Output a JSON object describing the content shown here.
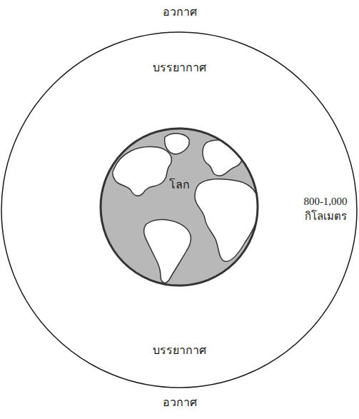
{
  "diagram": {
    "nodes": [
      {
        "text": [
          "บรรยากาศ",
          "บรรยากาศ"
        ]
      },
      {
        "text": [
          "โลก"
        ],
        "in": 0
      }
    ],
    "labels": [
      "อวกาศ",
      "อวกาศ",
      "800-1,000 กิโลเมตร"
    ]
  }
}
